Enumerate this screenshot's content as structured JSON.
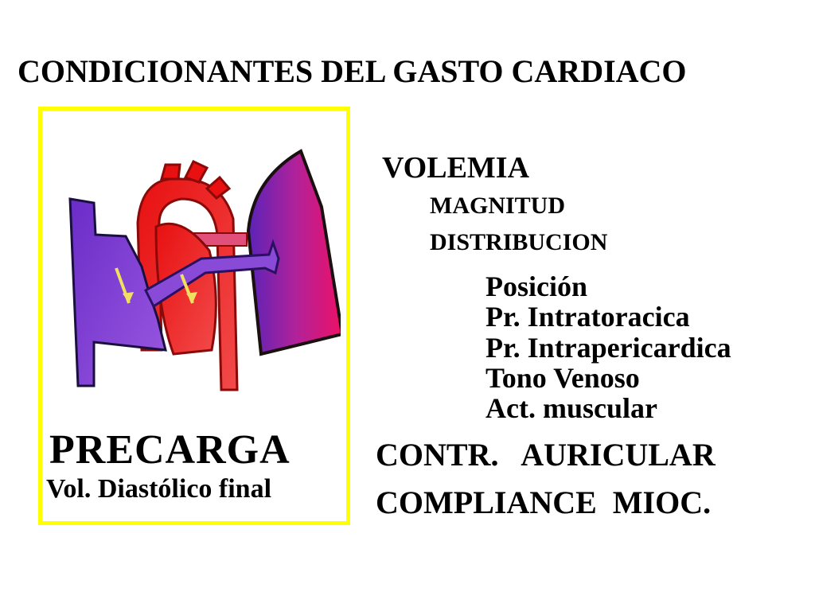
{
  "title": "CONDICIONANTES  DEL GASTO CARDIACO",
  "left_panel": {
    "heading": "PRECARGA",
    "subheading": "Vol. Diastólico final",
    "illustration": "heart-illustration",
    "frame_color": "#ffff00"
  },
  "right_list": {
    "volemia": "VOLEMIA",
    "volemia_items": [
      "MAGNITUD",
      "DISTRIBUCION"
    ],
    "factors": [
      "Posición",
      "Pr. Intratoracica",
      "Pr. Intrapericardica",
      "Tono Venoso",
      "Act. muscular"
    ],
    "contr_auricular": "CONTR.   AURICULAR",
    "compliance": "COMPLIANCE  MIOC."
  }
}
